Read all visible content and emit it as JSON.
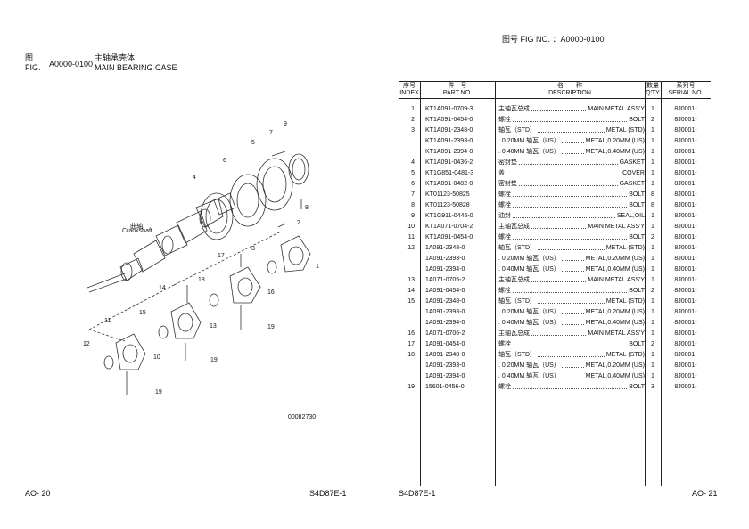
{
  "left_page": {
    "fig_label_zh": "图",
    "fig_label_en": "FIG.",
    "fig_no": "A0000-0100",
    "title_zh": "主轴承壳体",
    "title_en": "MAIN BEARING CASE",
    "crankshaft_zh": "曲轴",
    "crankshaft_en": "Crankshaft",
    "drawing_code": "00082730",
    "page_no": "AO- 20",
    "model": "S4D87E-1",
    "callouts": [
      "9",
      "7",
      "5",
      "6",
      "4",
      "8",
      "2",
      "3",
      "1",
      "17",
      "18",
      "14",
      "16",
      "15",
      "11",
      "13",
      "12",
      "10",
      "19",
      "19",
      "19"
    ]
  },
  "right_page": {
    "fig_header": "图号 FIG NO. ：A0000-0100",
    "page_no": "AO- 21",
    "model": "S4D87E-1",
    "columns": {
      "index_zh": "序号",
      "index_en": "INDEX",
      "part_zh": "件　号",
      "part_en": "PART NO.",
      "desc_zh": "名　　称",
      "desc_en": "DESCRIPTION",
      "qty_zh": "数量",
      "qty_en": "Q'TY",
      "serial_zh": "系列号",
      "serial_en": "SERIAL NO."
    },
    "rows": [
      {
        "index": "1",
        "part": "KT1A091-0709-3",
        "zh": "主轴瓦总成",
        "en": "MAIN METAL ASS'Y",
        "qty": "1",
        "serial": "8J0001-"
      },
      {
        "index": "2",
        "part": "KT1A091-0454-0",
        "zh": "螺栓",
        "en": "BOLT",
        "qty": "2",
        "serial": "8J0001-"
      },
      {
        "index": "3",
        "part": "KT1A091-2348-0",
        "zh": "轴瓦（STD）",
        "en": "METAL (STD)",
        "qty": "1",
        "serial": "8J0001-"
      },
      {
        "index": "",
        "part": "KT1A091-2393-0",
        "zh": ". 0.20MM 轴瓦（US）",
        "en": "METAL,0.20MM (US)",
        "qty": "1",
        "serial": "8J0001-"
      },
      {
        "index": "",
        "part": "KT1A091-2394-0",
        "zh": ". 0.40MM 轴瓦（US）",
        "en": "METAL,0.40MM (US)",
        "qty": "1",
        "serial": "8J0001-"
      },
      {
        "index": "4",
        "part": "KT1A091-0436-2",
        "zh": "密封垫",
        "en": "GASKET",
        "qty": "1",
        "serial": "8J0001-"
      },
      {
        "index": "5",
        "part": "KT1G851-0481-3",
        "zh": "盖",
        "en": "COVER",
        "qty": "1",
        "serial": "8J0001-"
      },
      {
        "index": "6",
        "part": "KT1A091-0482-0",
        "zh": "密封垫",
        "en": "GASKET",
        "qty": "1",
        "serial": "8J0001-"
      },
      {
        "index": "7",
        "part": "KT01123-50825",
        "zh": "螺栓",
        "en": "BOLT",
        "qty": "8",
        "serial": "8J0001-"
      },
      {
        "index": "8",
        "part": "KT01123-50828",
        "zh": "螺栓",
        "en": "BOLT",
        "qty": "8",
        "serial": "8J0001-"
      },
      {
        "index": "9",
        "part": "KT1G911-0446-0",
        "zh": "油封",
        "en": "SEAL,OIL",
        "qty": "1",
        "serial": "8J0001-"
      },
      {
        "index": "10",
        "part": "KT1A071-0704-2",
        "zh": "主轴瓦总成",
        "en": "MAIN METAL ASS'Y",
        "qty": "1",
        "serial": "8J0001-"
      },
      {
        "index": "11",
        "part": "KT1A091-0454-0",
        "zh": "  螺栓",
        "en": "BOLT",
        "qty": "2",
        "serial": "8J0001-"
      },
      {
        "index": "12",
        "part": "1A091-2348-0",
        "zh": "  轴瓦（STD）",
        "en": "METAL (STD)",
        "qty": "1",
        "serial": "8J0001-"
      },
      {
        "index": "",
        "part": "1A091-2393-0",
        "zh": ". 0.20MM 轴瓦（US）",
        "en": "METAL,0.20MM (US)",
        "qty": "1",
        "serial": "8J0001-"
      },
      {
        "index": "",
        "part": "1A091-2394-0",
        "zh": ". 0.40MM 轴瓦（US）",
        "en": "METAL,0.40MM (US)",
        "qty": "1",
        "serial": "8J0001-"
      },
      {
        "index": "13",
        "part": "1A071-0705-2",
        "zh": "主轴瓦总成",
        "en": "MAIN METAL ASS'Y",
        "qty": "1",
        "serial": "8J0001-"
      },
      {
        "index": "14",
        "part": "1A091-0454-0",
        "zh": "  螺栓",
        "en": "BOLT",
        "qty": "2",
        "serial": "8J0001-"
      },
      {
        "index": "15",
        "part": "1A091-2348-0",
        "zh": "  轴瓦（STD）",
        "en": "METAL (STD)",
        "qty": "1",
        "serial": "8J0001-"
      },
      {
        "index": "",
        "part": "1A091-2393-0",
        "zh": ". 0.20MM 轴瓦（US）",
        "en": "METAL,0.20MM (US)",
        "qty": "1",
        "serial": "8J0001-"
      },
      {
        "index": "",
        "part": "1A091-2394-0",
        "zh": ". 0.40MM 轴瓦（US）",
        "en": "METAL,0.40MM (US)",
        "qty": "1",
        "serial": "8J0001-"
      },
      {
        "index": "16",
        "part": "1A071-0706-2",
        "zh": "主轴瓦总成",
        "en": "MAIN METAL ASS'Y",
        "qty": "1",
        "serial": "8J0001-"
      },
      {
        "index": "17",
        "part": "1A091-0454-0",
        "zh": "  螺栓",
        "en": "BOLT",
        "qty": "2",
        "serial": "8J0001-"
      },
      {
        "index": "18",
        "part": "1A091-2348-0",
        "zh": "  轴瓦（STD）",
        "en": "METAL (STD)",
        "qty": "1",
        "serial": "8J0001-"
      },
      {
        "index": "",
        "part": "1A091-2393-0",
        "zh": ". 0.20MM 轴瓦（US）",
        "en": "METAL,0.20MM (US)",
        "qty": "1",
        "serial": "8J0001-"
      },
      {
        "index": "",
        "part": "1A091-2394-0",
        "zh": ". 0.40MM 轴瓦（US）",
        "en": "METAL,0.40MM (US)",
        "qty": "1",
        "serial": "8J0001-"
      },
      {
        "index": "19",
        "part": "15601-0456-0",
        "zh": "螺栓",
        "en": "BOLT",
        "qty": "3",
        "serial": "8J0001-"
      }
    ]
  }
}
